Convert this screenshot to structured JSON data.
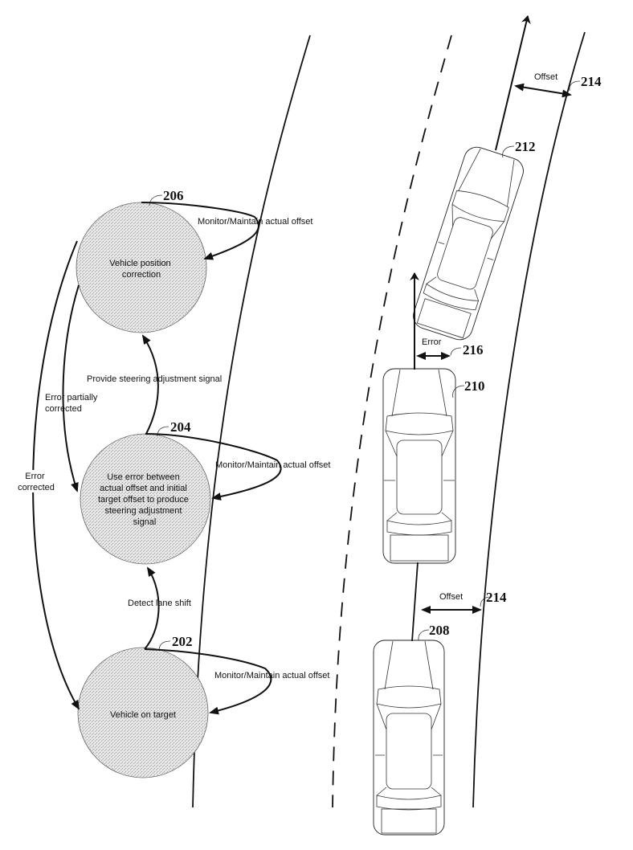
{
  "figure": {
    "states": [
      {
        "id": "202",
        "label_lines": [
          "Vehicle on target"
        ]
      },
      {
        "id": "204",
        "label_lines": [
          "Use error between",
          "actual offset and initial",
          "target offset to produce",
          "steering adjustment",
          "signal"
        ]
      },
      {
        "id": "206",
        "label_lines": [
          "Vehicle position",
          "correction"
        ]
      }
    ],
    "transitions": {
      "monitor_202": "Monitor/Maintain actual offset",
      "monitor_204": "Monitor/Maintain actual offset",
      "monitor_206": "Monitor/Maintain actual offset",
      "detect_lane_shift": "Detect lane shift",
      "provide_steering": "Provide steering adjustment signal",
      "error_partially_corrected": [
        "Error partially",
        "corrected"
      ],
      "error_corrected": [
        "Error",
        "corrected"
      ]
    },
    "vehicles": [
      {
        "ref": "208"
      },
      {
        "ref": "210"
      },
      {
        "ref": "212"
      }
    ],
    "measurements": {
      "offset_top": {
        "label": "Offset",
        "ref": "214"
      },
      "offset_bottom": {
        "label": "Offset",
        "ref": "214"
      },
      "error": {
        "label": "Error",
        "ref": "216"
      }
    },
    "colors": {
      "line": "#111111",
      "state_fill": "#d4d4d4"
    }
  }
}
